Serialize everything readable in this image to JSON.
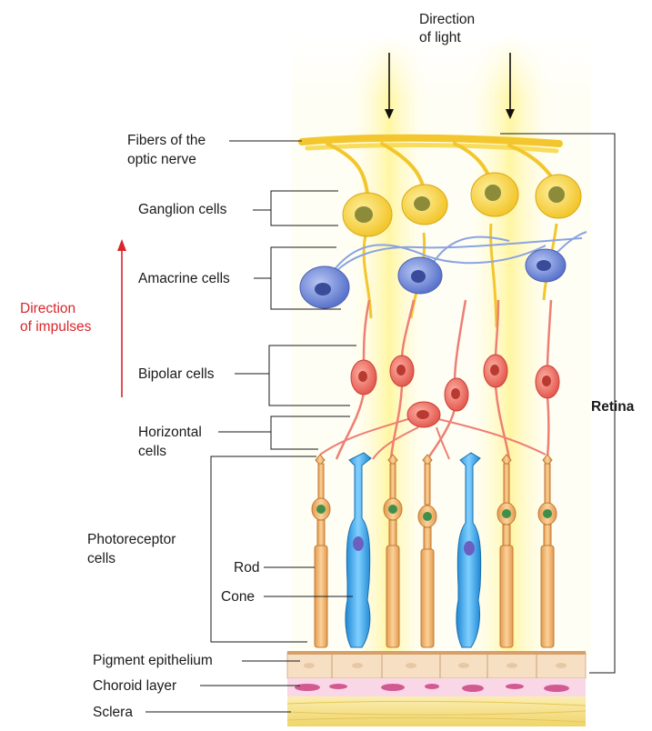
{
  "light": {
    "label_line1": "Direction",
    "label_line2": "of light"
  },
  "impulses": {
    "label_line1": "Direction",
    "label_line2": "of impulses",
    "color": "#d8262b"
  },
  "labels": {
    "fibers_line1": "Fibers of the",
    "fibers_line2": "optic nerve",
    "ganglion": "Ganglion cells",
    "amacrine": "Amacrine cells",
    "bipolar": "Bipolar cells",
    "horizontal_line1": "Horizontal",
    "horizontal_line2": "cells",
    "photoreceptor_line1": "Photoreceptor",
    "photoreceptor_line2": "cells",
    "rod": "Rod",
    "cone": "Cone",
    "pigment": "Pigment epithelium",
    "choroid": "Choroid layer",
    "sclera": "Sclera",
    "retina": "Retina"
  },
  "colors": {
    "light_beam": "#fff48a",
    "ganglion": "#f4d13a",
    "amacrine": "#6f86d6",
    "bipolar": "#ee6a5f",
    "rod": "#f0b46a",
    "cone": "#3fa6e6",
    "pigment": "#f6dcc0",
    "choroid": "#f6cde0",
    "sclera": "#f6e69a"
  }
}
